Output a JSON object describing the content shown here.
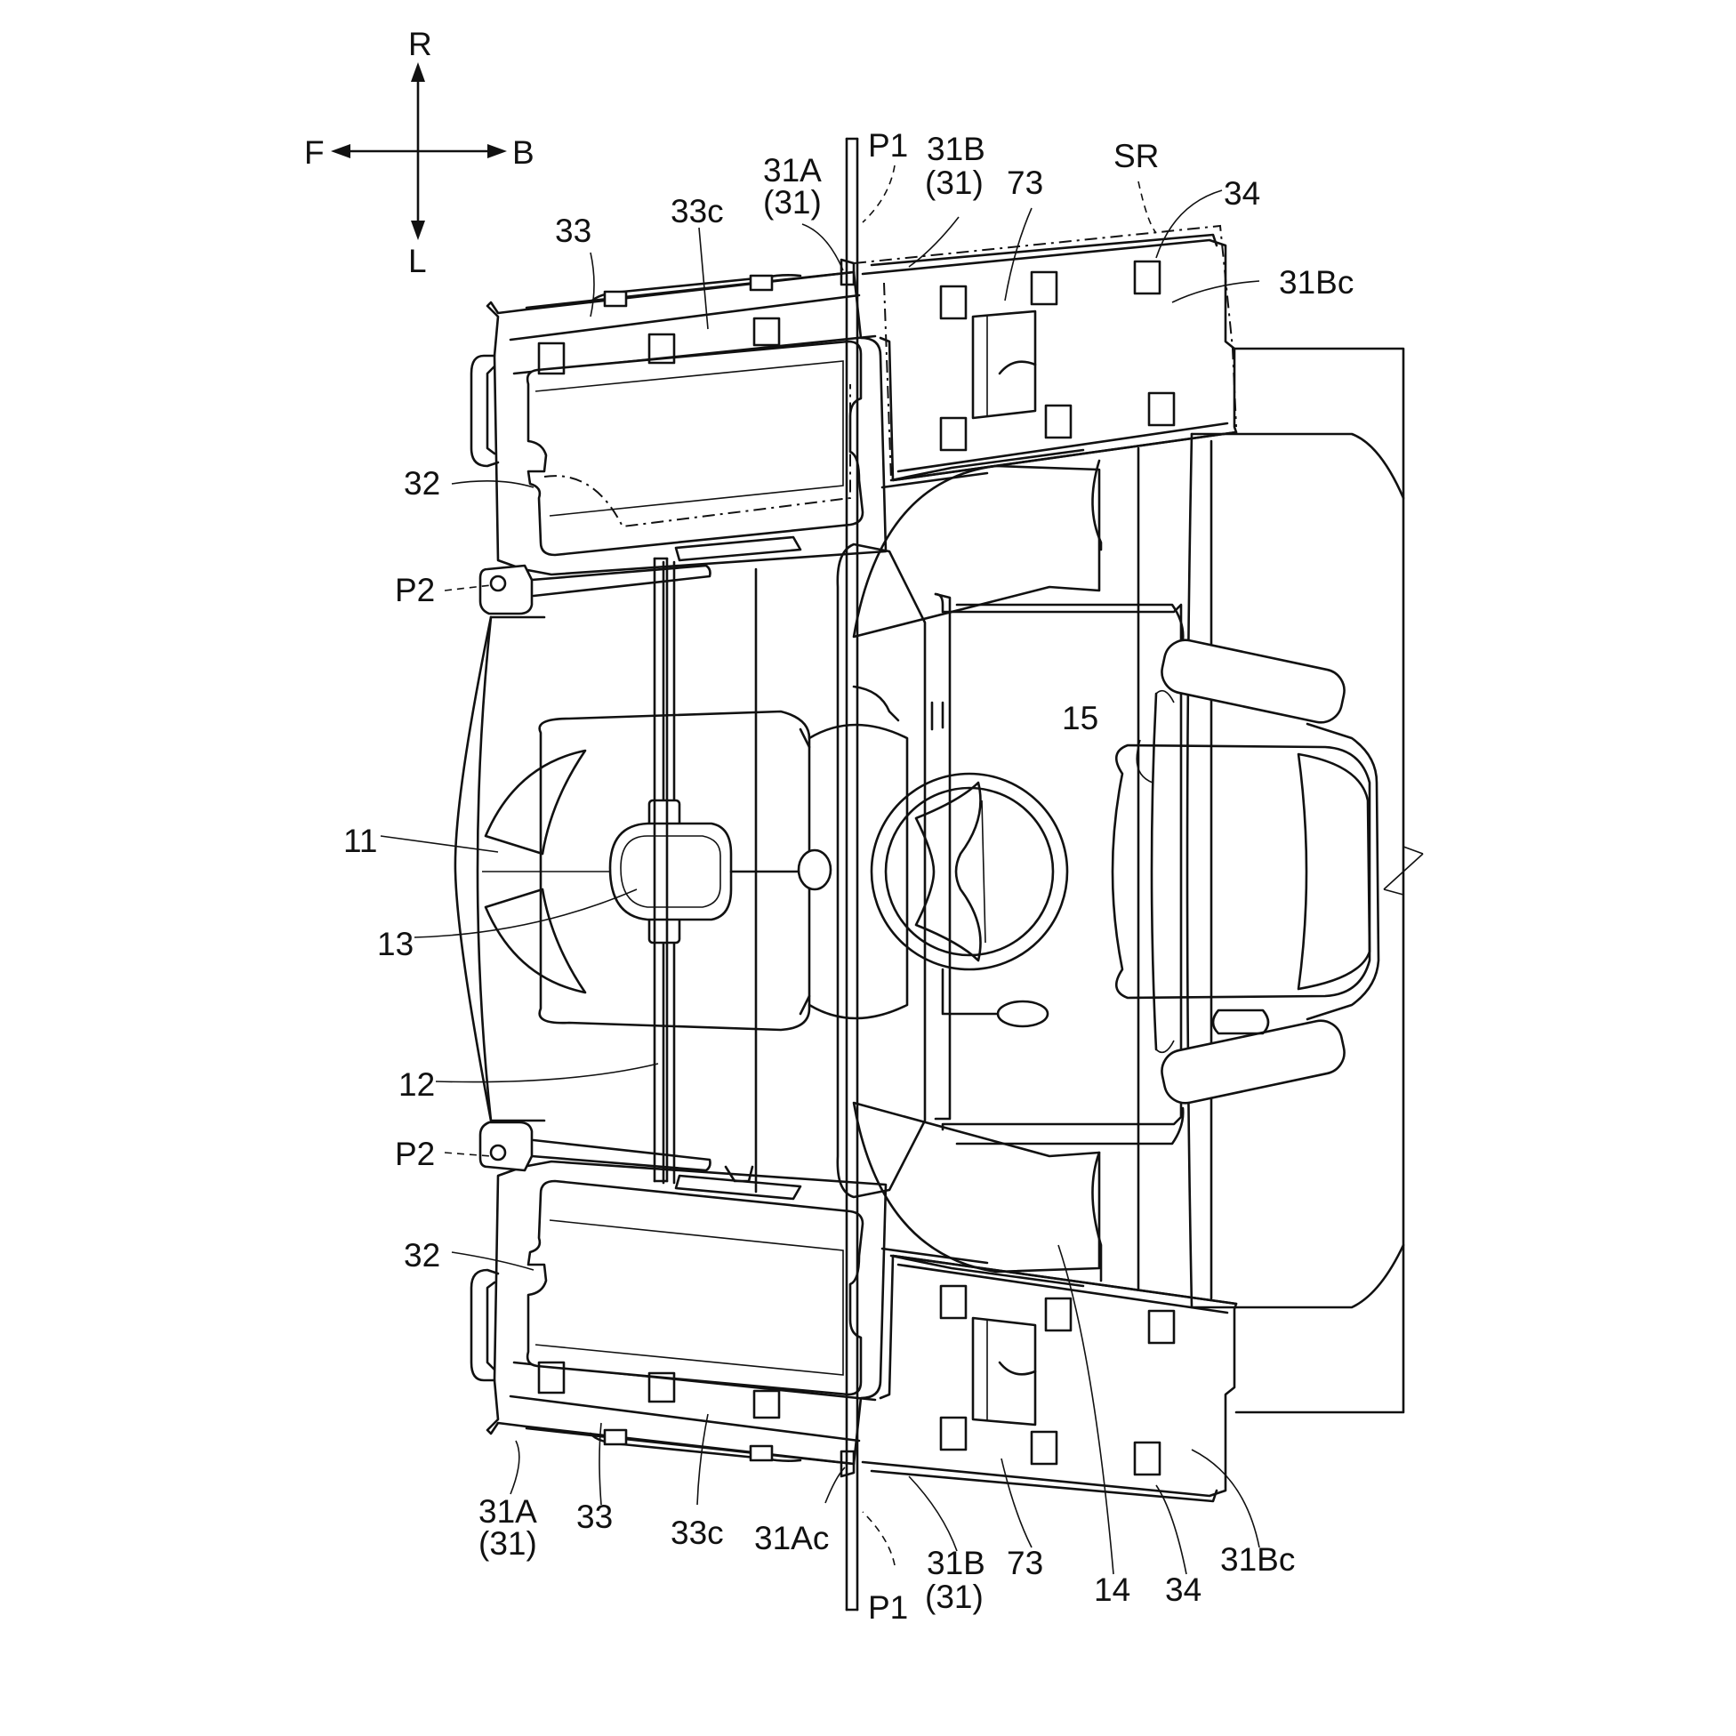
{
  "directions": {
    "up": "R",
    "down": "L",
    "left": "F",
    "right": "B"
  },
  "labels": {
    "p1_top": "P1",
    "l31a_top": "31A",
    "l31a_top_paren": "(31)",
    "l31b_top": "31B",
    "l31b_top_paren": "(31)",
    "l73_top": "73",
    "sr": "SR",
    "l34_top": "34",
    "l33_top": "33",
    "l33c_top": "33c",
    "l31bc_top": "31Bc",
    "l32_top": "32",
    "p2_top": "P2",
    "l15": "15",
    "l11": "11",
    "l13": "13",
    "l12": "12",
    "p2_bottom": "P2",
    "l32_bottom": "32",
    "l31a_bottom": "31A",
    "l31a_bottom_paren": "(31)",
    "l33_bottom": "33",
    "l33c_bottom": "33c",
    "l31ac_bottom": "31Ac",
    "p1_bottom": "P1",
    "l31b_bottom": "31B",
    "l31b_bottom_paren": "(31)",
    "l73_bottom": "73",
    "l14": "14",
    "l34_bottom": "34",
    "l31bc_bottom": "31Bc"
  }
}
